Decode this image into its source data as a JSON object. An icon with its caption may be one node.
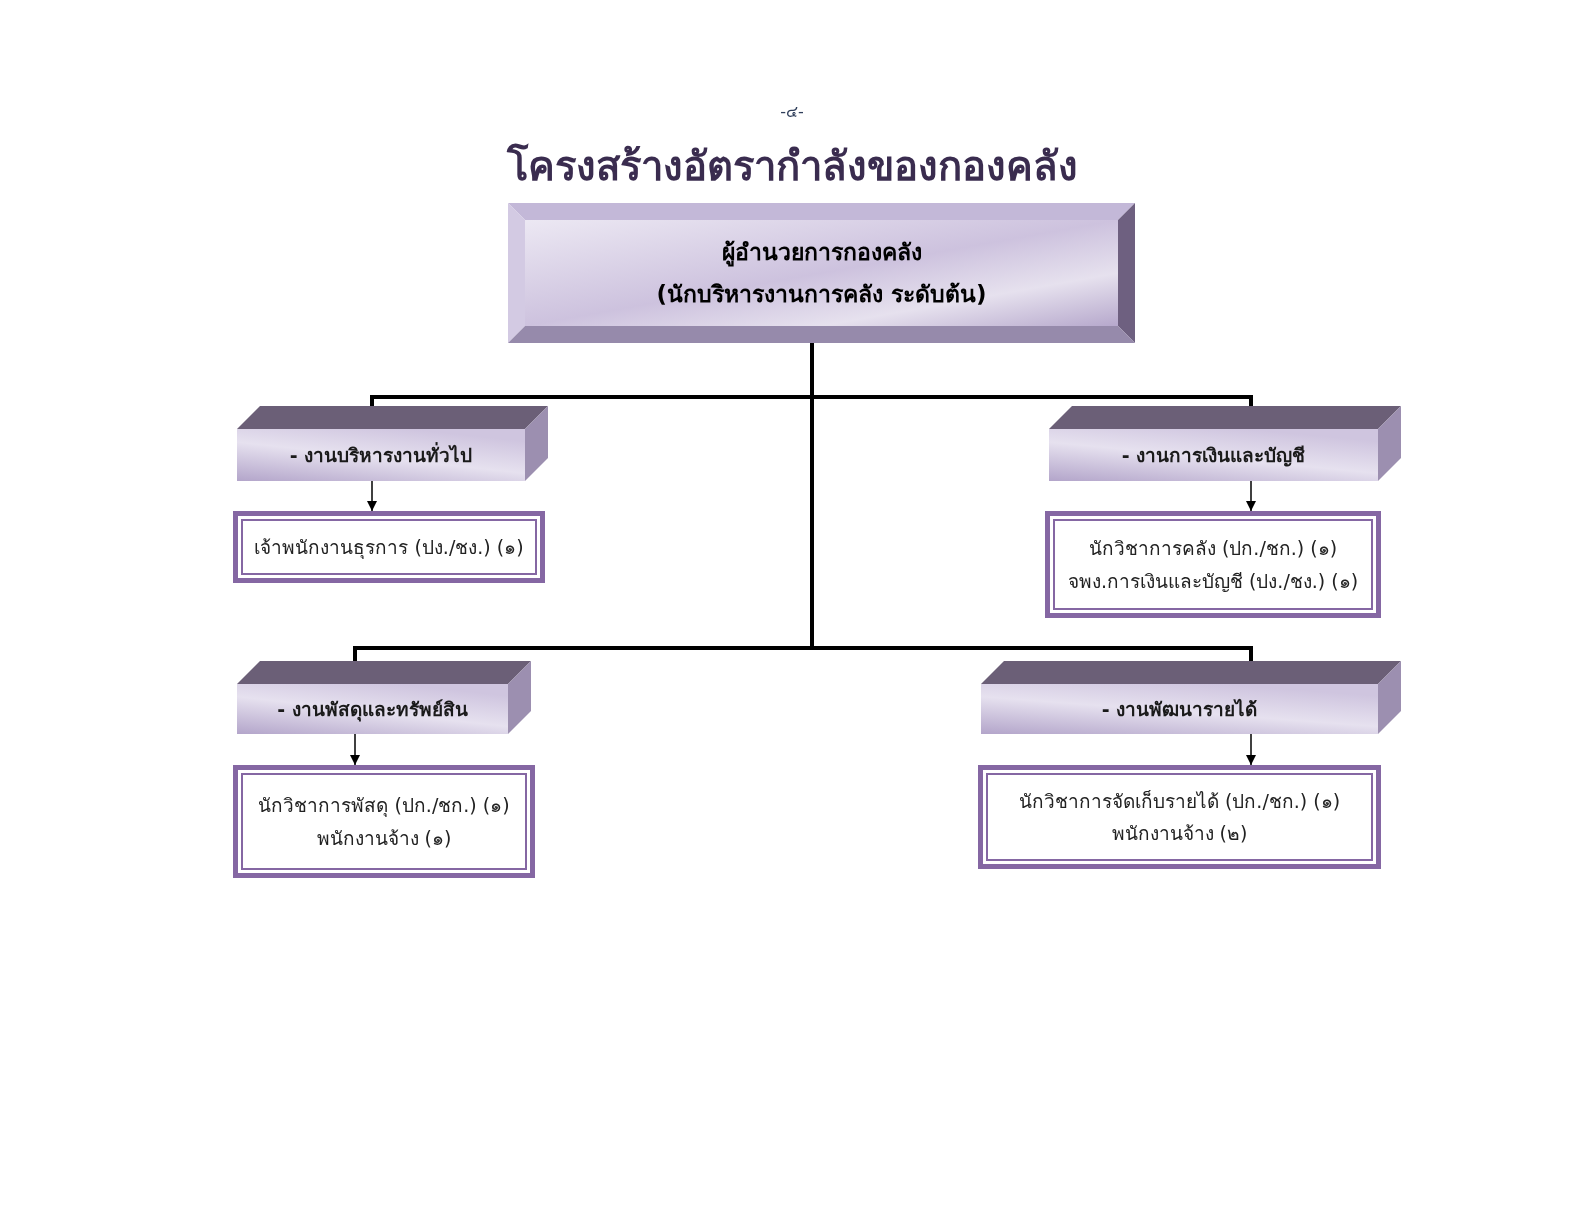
{
  "diagram": {
    "title": "โครงสร้างอัตรากำลังของกองคลัง",
    "nodes": [
      {
        "text": [
          "ผู้อำนวยการกองคลัง",
          "(นักบริหารงานการคลัง ระดับต้น)"
        ]
      },
      {
        "text": [
          "- งานบริหารงานทั่วไป"
        ]
      },
      {
        "text": [
          "เจ้าพนักงานธุรการ (ปง./ชง.) (๑)"
        ]
      },
      {
        "text": [
          "- งานการเงินและบัญชี"
        ]
      },
      {
        "text": [
          "นักวิชาการคลัง (ปก./ชก.) (๑)",
          "จพง.การเงินและบัญชี (ปง./ชง.) (๑)"
        ]
      },
      {
        "text": [
          "- งานพัสดุและทรัพย์สิน"
        ]
      },
      {
        "text": [
          "นักวิชาการพัสดุ (ปก./ชก.) (๑)",
          "พนักงานจ้าง (๑)"
        ]
      },
      {
        "text": [
          "- งานพัฒนารายได้"
        ]
      },
      {
        "text": [
          "นักวิชาการจัดเก็บรายได้ (ปก./ชก.) (๑)",
          "พนักงานจ้าง (๒)"
        ]
      }
    ],
    "edges": [
      {
        "from": 0,
        "to": 1,
        "arrow": "to",
        "style": "thick"
      },
      {
        "from": 0,
        "to": 3,
        "arrow": "to",
        "style": "thick"
      },
      {
        "from": 0,
        "to": 5,
        "arrow": "to",
        "style": "thick"
      },
      {
        "from": 0,
        "to": 7,
        "arrow": "to",
        "style": "thick"
      },
      {
        "from": 1,
        "to": 2,
        "arrow": "to"
      },
      {
        "from": 3,
        "to": 4,
        "arrow": "to"
      },
      {
        "from": 5,
        "to": 6,
        "arrow": "to"
      },
      {
        "from": 7,
        "to": 8,
        "arrow": "to"
      }
    ],
    "labels": [
      "-๔-"
    ]
  }
}
